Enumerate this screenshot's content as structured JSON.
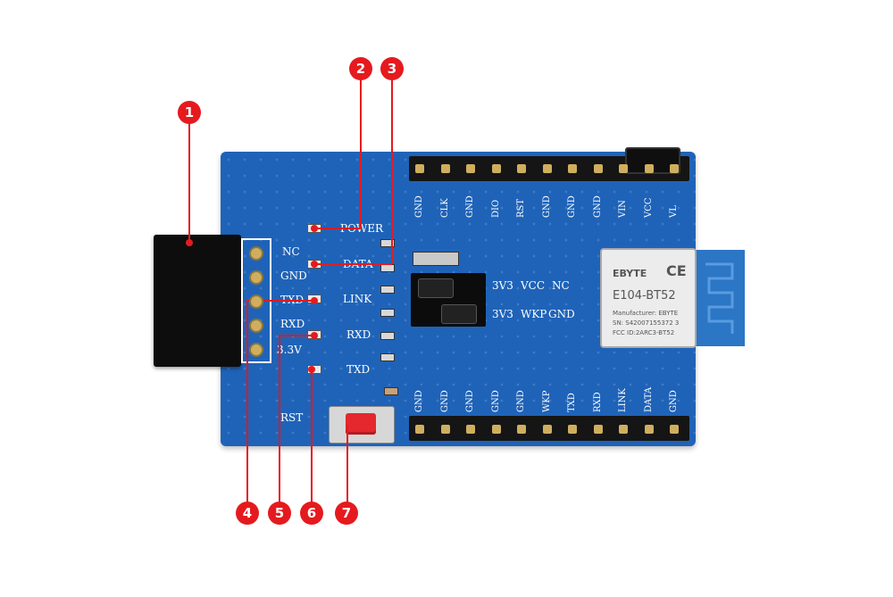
{
  "board": {
    "left_labels": [
      "NC",
      "GND",
      "TXD",
      "RXD",
      "3.3V"
    ],
    "led_labels": [
      "POWER",
      "DATA",
      "LINK",
      "RXD",
      "TXD"
    ],
    "jumper_row1": [
      "3V3",
      "VCC",
      "NC"
    ],
    "jumper_row2": [
      "3V3",
      "WKP",
      "GND"
    ],
    "top_header_labels": [
      "GND",
      "CLK",
      "GND",
      "DIO",
      "RST",
      "GND",
      "GND",
      "GND",
      "VIN",
      "VCC",
      "VL"
    ],
    "bottom_header_labels": [
      "GND",
      "GND",
      "GND",
      "GND",
      "GND",
      "WKP",
      "TXD",
      "RXD",
      "LINK",
      "DATA",
      "GND"
    ],
    "rst_label": "RST"
  },
  "module": {
    "brand": "EBYTE",
    "ce_mark": "CE",
    "model": "E104-BT52",
    "manufacturer": "Manufacturer: EBYTE",
    "sn": "SN: S42007155372 3",
    "fcc": "FCC ID:2ARC3-BT52"
  },
  "callouts": [
    "1",
    "2",
    "3",
    "4",
    "5",
    "6",
    "7"
  ],
  "colors": {
    "board": "#1f63b8",
    "callout": "#e51a1e",
    "button": "#e4282d"
  }
}
